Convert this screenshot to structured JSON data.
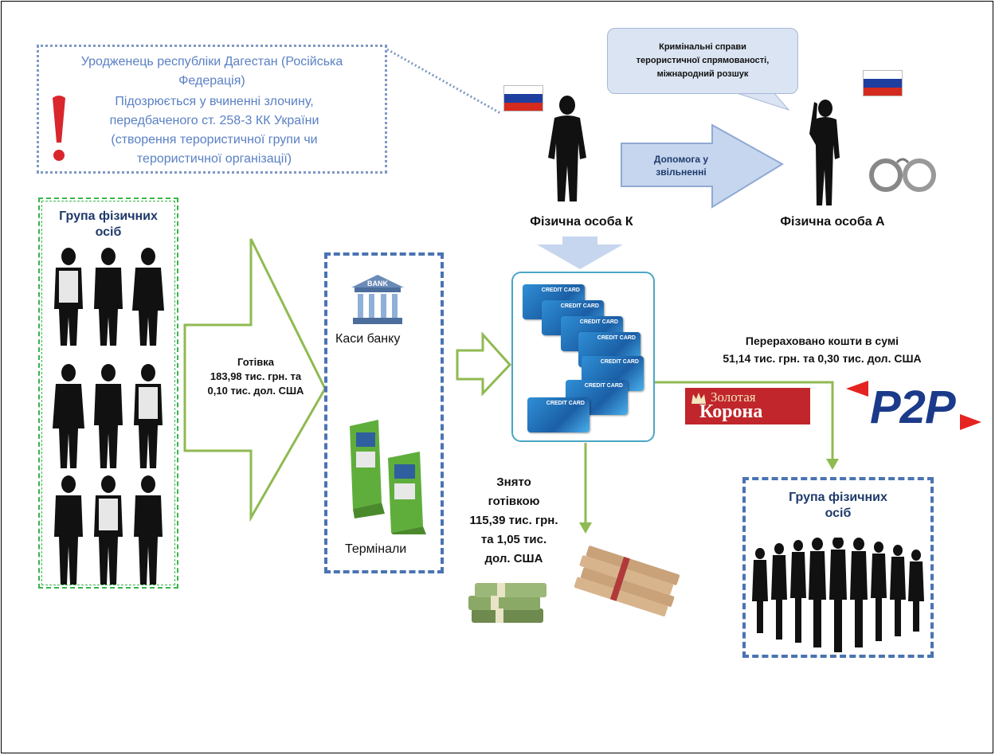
{
  "colors": {
    "info_text": "#5a80c4",
    "green": "#8fba52",
    "dashed_blue": "#4a74b2",
    "navy": "#1f3a6b",
    "light_arrow": "#c5d6ee",
    "card_box_border": "#4aa6c4",
    "zk_red": "#c0262b",
    "p2p_blue": "#1b3a8a",
    "p2p_red": "#e52320"
  },
  "info_box": {
    "line1": "Уродженець республіки Дагестан (Російська",
    "line2": "Федерація)",
    "line3": "Підозрюється у вчиненні злочину,",
    "line4": "передбаченого ст. 258-3  КК України",
    "line5": "(створення терористичної групи чи",
    "line6": "терористичної організації)",
    "icon": "exclamation-icon"
  },
  "bubble": {
    "line1": "Кримінальні справи",
    "line2": "терористичної спрямованості,",
    "line3": "міжнародний  розшук"
  },
  "help_arrow": {
    "line1": "Допомога у",
    "line2": "звільненні"
  },
  "person_k": {
    "label": "Фізична особа К"
  },
  "person_a": {
    "label": "Фізична особа А"
  },
  "group_left": {
    "line1": "Група фізичних",
    "line2": "осіб"
  },
  "cash_arrow": {
    "line1": "Готівка",
    "line2": "183,98  тис. грн. та",
    "line3": "0,10 тис. дол. США"
  },
  "bank_box": {
    "bank_label": "Каси банку",
    "bank_sign": "BANK",
    "terminals_label": "Термінали"
  },
  "cards": {
    "card_label": "CREDIT CARD"
  },
  "transfer": {
    "line1": "Перераховано кошти в сумі",
    "line2": "51,14 тис. грн. та 0,30 тис. дол. США"
  },
  "withdrawn": {
    "line1": "Знято",
    "line2": "готівкою",
    "line3": "115,39 тис. грн.",
    "line4": "та 1,05 тис.",
    "line5": "дол. США"
  },
  "logos": {
    "zk_top": "Золотая",
    "zk_bottom": "Корона",
    "p2p": "P2P"
  },
  "group_right": {
    "line1": "Група фізичних",
    "line2": "осіб"
  }
}
